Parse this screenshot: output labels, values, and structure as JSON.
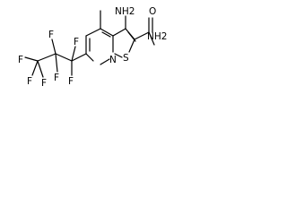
{
  "molecule": {
    "atoms": {
      "n_pyridine": "N",
      "s_thiophene": "S",
      "nh2_amino": "NH2",
      "nh2_amide": "NH2",
      "o_carbonyl": "O",
      "f_1": "F",
      "f_2": "F",
      "f_3": "F",
      "f_4": "F",
      "f_5": "F",
      "f_6": "F",
      "f_7": "F"
    },
    "methyl_label": "",
    "colors": {
      "ink": "#000000",
      "background": "#ffffff"
    }
  }
}
